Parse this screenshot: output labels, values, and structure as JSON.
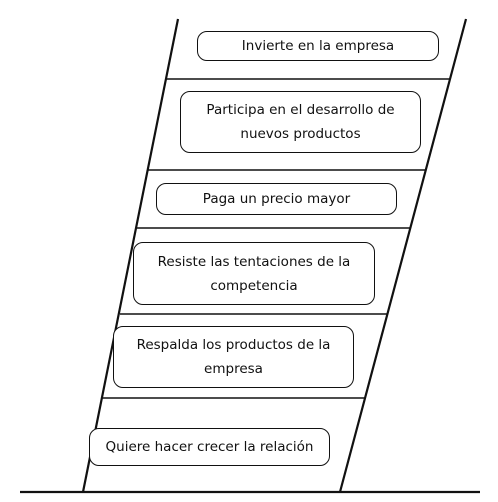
{
  "diagram": {
    "steps": [
      {
        "label": "Invierte en la empresa"
      },
      {
        "label": "Participa en el desarrollo de nuevos productos"
      },
      {
        "label": "Paga un precio mayor"
      },
      {
        "label": "Resiste las tentaciones de la competencia"
      },
      {
        "label": "Respalda los productos de la empresa"
      },
      {
        "label": "Quiere hacer crecer la relación"
      }
    ],
    "colors": {
      "line": "#111111",
      "box_border": "#111111",
      "background": "#ffffff"
    }
  }
}
